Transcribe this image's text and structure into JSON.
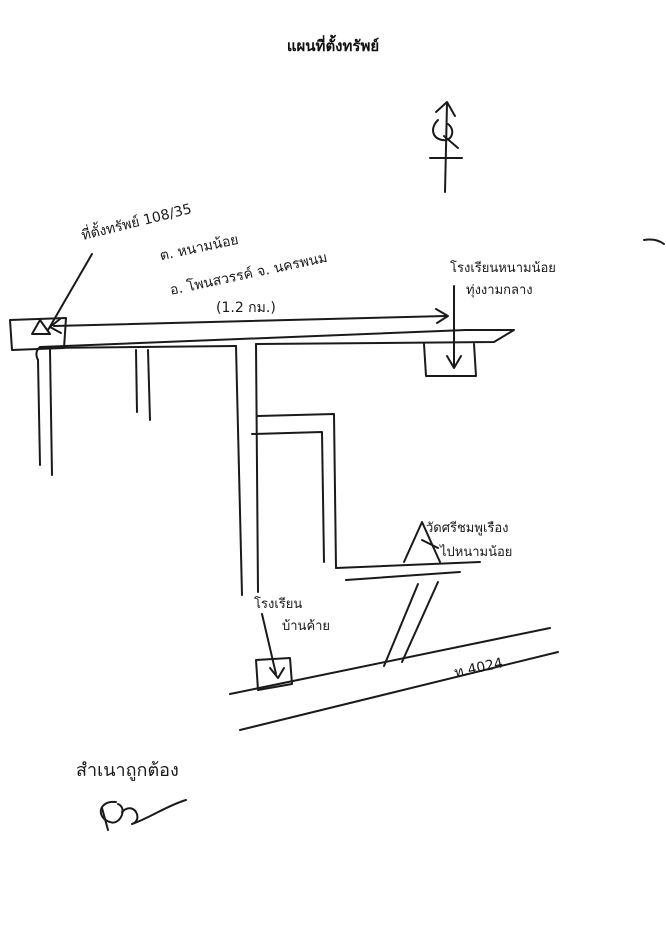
{
  "title": "แผนที่ตั้งทรัพย์",
  "north_mark": "น",
  "property_label": {
    "line1": "ที่ตั้งทรัพย์ 108/35",
    "line2": "ต. หนามน้อย",
    "line3": "อ. โพนสวรรค์ จ. นครพนม"
  },
  "distance_label": "(1.2 กม.)",
  "landmark_right": {
    "line1": "โรงเรียนหนามน้อย",
    "line2": "ทุ่งงามกลาง"
  },
  "temple_label": {
    "line1": "วัดศรีชมพูเรือง",
    "line2": "ไปหนามน้อย"
  },
  "school_label": {
    "line1": "โรงเรียน",
    "line2": "บ้านค้าย"
  },
  "highway_label": "ท.4024",
  "certification": "สำเนาถูกต้อง",
  "colors": {
    "ink": "#1a1a1a",
    "paper": "#ffffff"
  }
}
